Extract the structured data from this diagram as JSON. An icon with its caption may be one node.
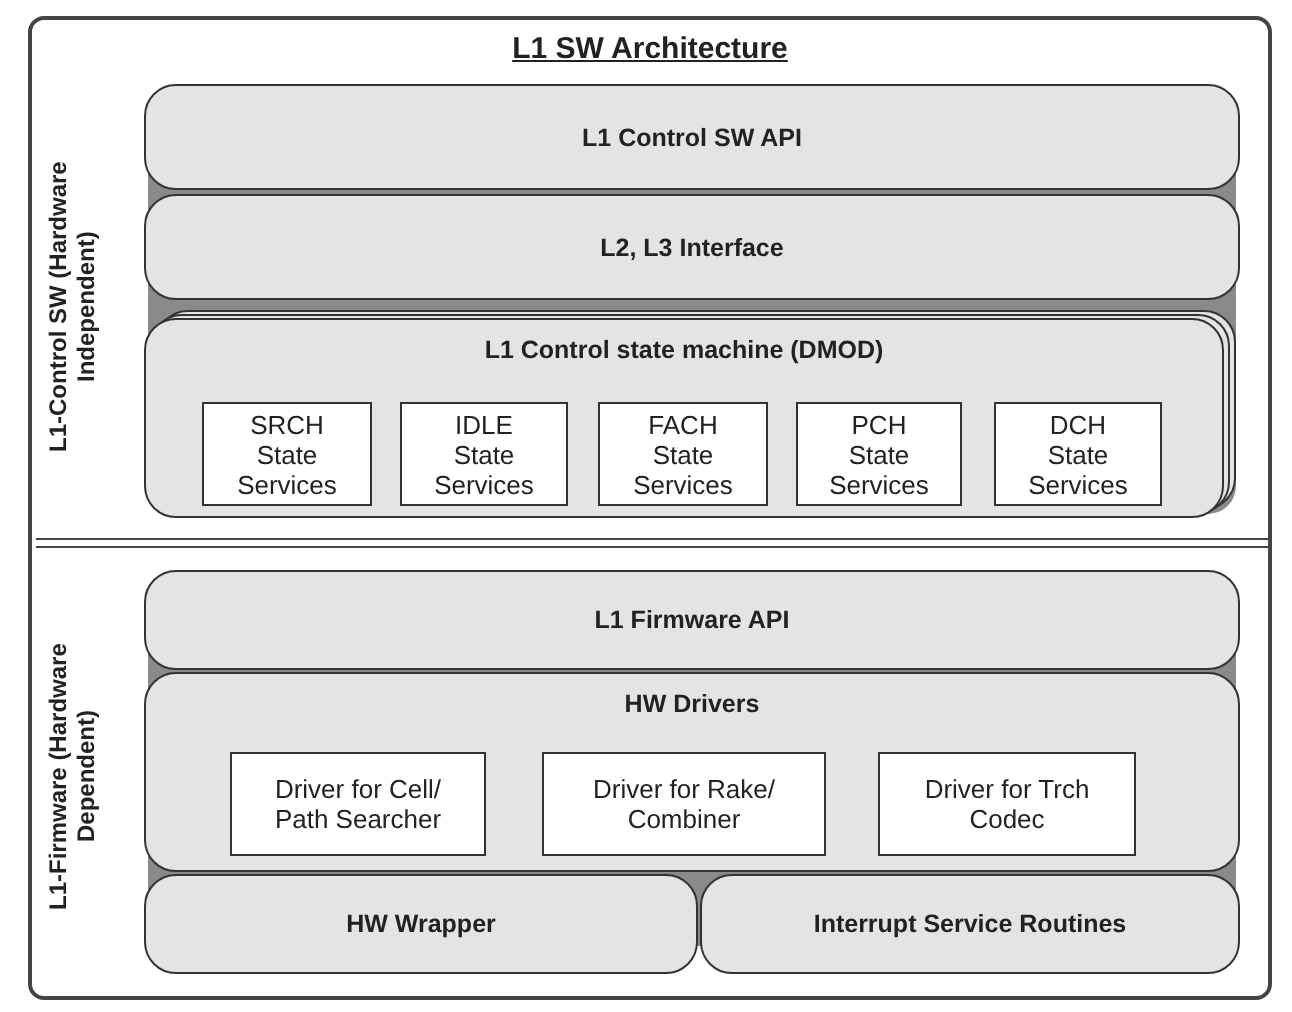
{
  "diagram": {
    "nodes": [
      {
        "text": [
          "L1 SW Architecture"
        ]
      },
      {
        "text": [
          "L1-Control SW (Hardware Independent)"
        ],
        "in": 0
      },
      {
        "text": [
          "L1 Control SW API"
        ],
        "in": 1
      },
      {
        "text": [
          "L2, L3 Interface"
        ],
        "in": 1
      },
      {
        "text": [
          "L1 Control state machine (DMOD)"
        ],
        "in": 1
      },
      {
        "text": [
          "SRCH State Services"
        ],
        "in": 4
      },
      {
        "text": [
          "IDLE State Services"
        ],
        "in": 4
      },
      {
        "text": [
          "FACH State Services"
        ],
        "in": 4
      },
      {
        "text": [
          "PCH State Services"
        ],
        "in": 4
      },
      {
        "text": [
          "DCH State Services"
        ],
        "in": 4
      },
      {
        "text": [
          "L1-Firmware (Hardware Dependent)"
        ],
        "in": 0
      },
      {
        "text": [
          "L1 Firmware API"
        ],
        "in": 10
      },
      {
        "text": [
          "HW Drivers"
        ],
        "in": 10
      },
      {
        "text": [
          "Driver for Cell/ Path Searcher"
        ],
        "in": 12
      },
      {
        "text": [
          "Driver for Rake/ Combiner"
        ],
        "in": 12
      },
      {
        "text": [
          "Driver for Trch Codec"
        ],
        "in": 12
      },
      {
        "text": [
          "HW Wrapper"
        ],
        "in": 10
      },
      {
        "text": [
          "Interrupt Service Routines"
        ],
        "in": 10
      }
    ]
  }
}
